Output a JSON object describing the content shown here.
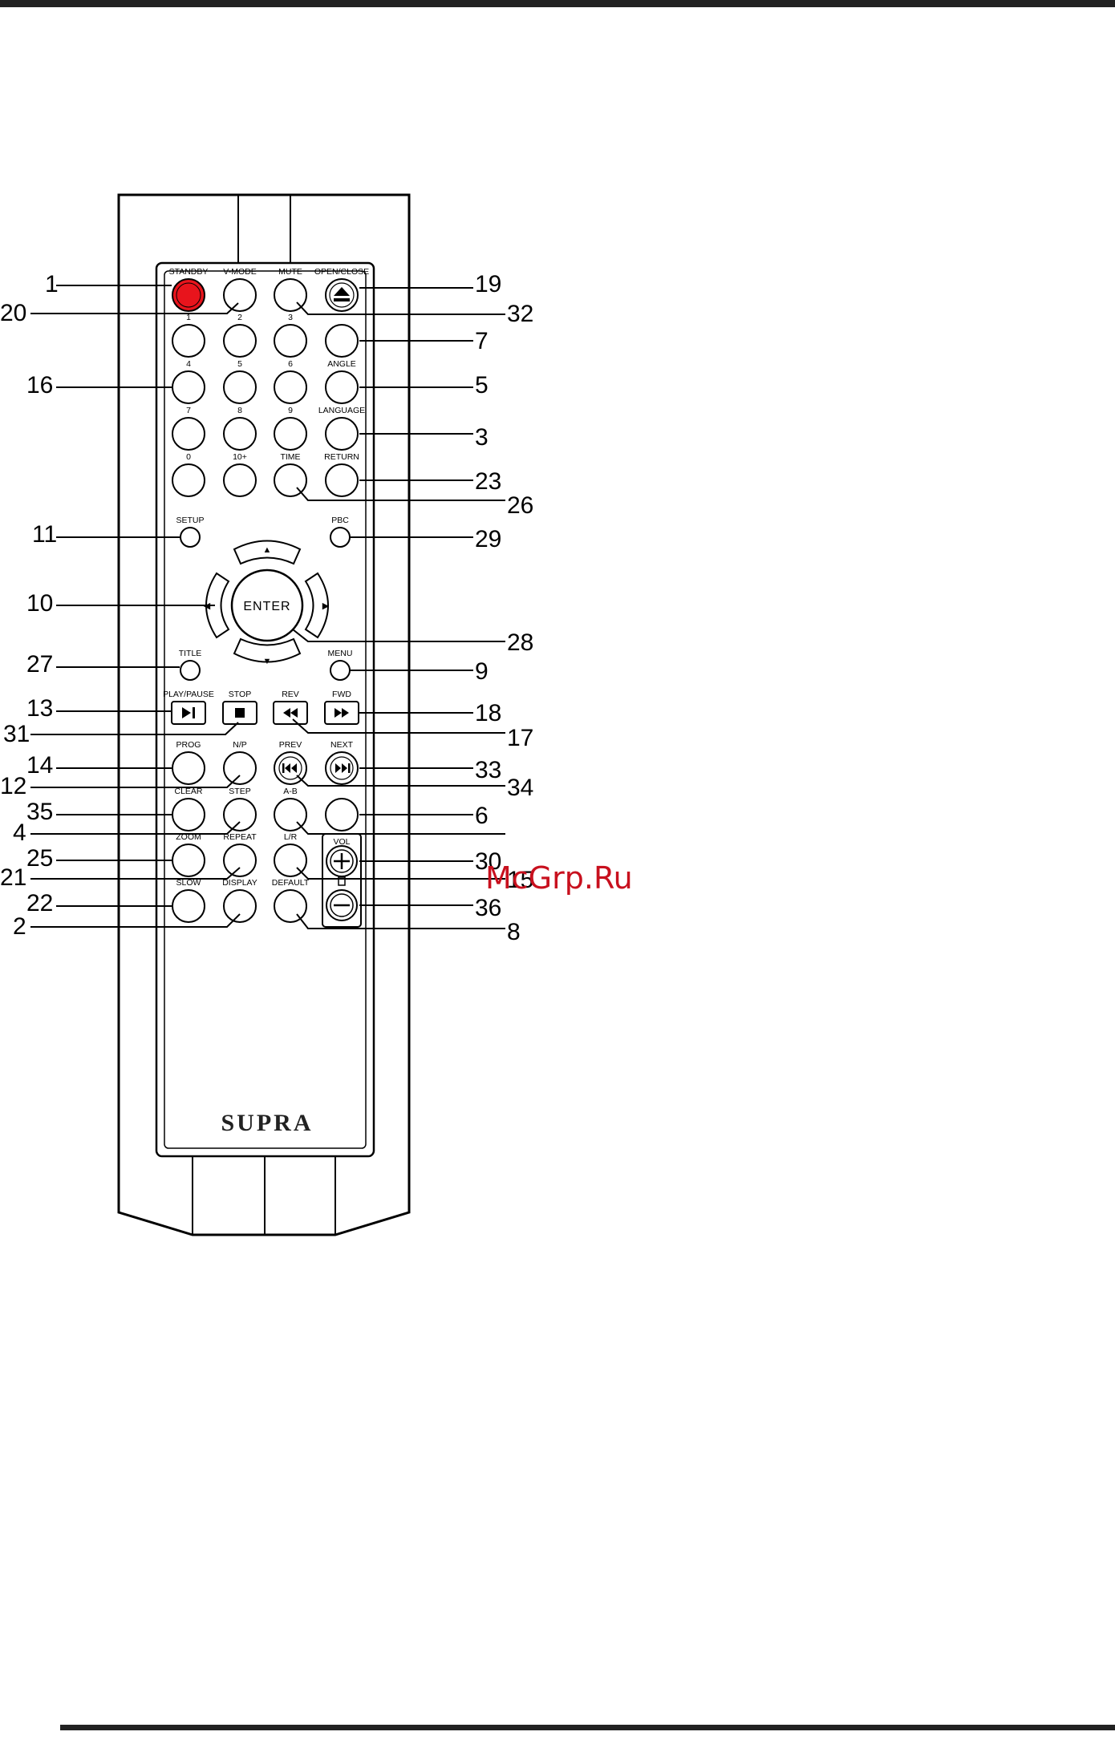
{
  "brand": "SUPRA",
  "watermark": "McGrp.Ru",
  "nav": {
    "enter": "ENTER",
    "up": "▲",
    "down": "▼",
    "left": "◀",
    "right": "▶"
  },
  "vol_label": "VOL",
  "buttons": [
    {
      "id": "standby",
      "label": "STANDBY",
      "label_color": "#e8141c",
      "fill": "#e8141c"
    },
    {
      "id": "v-mode",
      "label": "V-MODE"
    },
    {
      "id": "mute",
      "label": "MUTE"
    },
    {
      "id": "open-close",
      "label": "OPEN/CLOSE",
      "icon": "eject-icon"
    },
    {
      "id": "num-1",
      "label": "1"
    },
    {
      "id": "num-2",
      "label": "2"
    },
    {
      "id": "num-3",
      "label": "3"
    },
    {
      "id": "blank-r2",
      "label": ""
    },
    {
      "id": "num-4",
      "label": "4"
    },
    {
      "id": "num-5",
      "label": "5"
    },
    {
      "id": "num-6",
      "label": "6"
    },
    {
      "id": "angle",
      "label": "ANGLE"
    },
    {
      "id": "num-7",
      "label": "7"
    },
    {
      "id": "num-8",
      "label": "8"
    },
    {
      "id": "num-9",
      "label": "9"
    },
    {
      "id": "language",
      "label": "LANGUAGE"
    },
    {
      "id": "num-0",
      "label": "0"
    },
    {
      "id": "num-10plus",
      "label": "10+"
    },
    {
      "id": "time",
      "label": "TIME"
    },
    {
      "id": "return",
      "label": "RETURN"
    },
    {
      "id": "setup",
      "label": "SETUP"
    },
    {
      "id": "pbc",
      "label": "PBC"
    },
    {
      "id": "title",
      "label": "TITLE"
    },
    {
      "id": "menu",
      "label": "MENU"
    },
    {
      "id": "play-pause",
      "label": "PLAY/PAUSE",
      "icon": "play-pause-icon"
    },
    {
      "id": "stop",
      "label": "STOP",
      "icon": "stop-icon"
    },
    {
      "id": "rev",
      "label": "REV",
      "icon": "rewind-icon"
    },
    {
      "id": "fwd",
      "label": "FWD",
      "icon": "fast-forward-icon"
    },
    {
      "id": "prog",
      "label": "PROG"
    },
    {
      "id": "n-p",
      "label": "N/P"
    },
    {
      "id": "prev",
      "label": "PREV",
      "icon": "skip-previous-icon"
    },
    {
      "id": "next",
      "label": "NEXT",
      "icon": "skip-next-icon"
    },
    {
      "id": "clear",
      "label": "CLEAR"
    },
    {
      "id": "step",
      "label": "STEP"
    },
    {
      "id": "a-b",
      "label": "A-B"
    },
    {
      "id": "blank-r10",
      "label": ""
    },
    {
      "id": "zoom",
      "label": "ZOOM"
    },
    {
      "id": "repeat",
      "label": "REPEAT"
    },
    {
      "id": "l-r",
      "label": "L/R"
    },
    {
      "id": "slow",
      "label": "SLOW"
    },
    {
      "id": "display",
      "label": "DISPLAY"
    },
    {
      "id": "default",
      "label": "DEFAULT"
    }
  ],
  "callouts": [
    {
      "text": "1",
      "side": "left"
    },
    {
      "text": "20",
      "side": "left"
    },
    {
      "text": "16",
      "side": "left"
    },
    {
      "text": "11",
      "side": "left"
    },
    {
      "text": "10",
      "side": "left"
    },
    {
      "text": "27",
      "side": "left"
    },
    {
      "text": "13",
      "side": "left"
    },
    {
      "text": "31",
      "side": "left"
    },
    {
      "text": "14",
      "side": "left"
    },
    {
      "text": "12",
      "side": "left"
    },
    {
      "text": "35",
      "side": "left"
    },
    {
      "text": "4",
      "side": "left"
    },
    {
      "text": "25",
      "side": "left"
    },
    {
      "text": "21",
      "side": "left"
    },
    {
      "text": "22",
      "side": "left"
    },
    {
      "text": "2",
      "side": "left"
    },
    {
      "text": "19",
      "side": "right"
    },
    {
      "text": "32",
      "side": "right"
    },
    {
      "text": "7",
      "side": "right"
    },
    {
      "text": "5",
      "side": "right"
    },
    {
      "text": "3",
      "side": "right"
    },
    {
      "text": "23",
      "side": "right"
    },
    {
      "text": "26",
      "side": "right"
    },
    {
      "text": "29",
      "side": "right"
    },
    {
      "text": "28",
      "side": "right"
    },
    {
      "text": "9",
      "side": "right"
    },
    {
      "text": "18",
      "side": "right"
    },
    {
      "text": "17",
      "side": "right"
    },
    {
      "text": "33",
      "side": "right"
    },
    {
      "text": "34",
      "side": "right"
    },
    {
      "text": "6",
      "side": "right"
    },
    {
      "text": "30",
      "side": "right"
    },
    {
      "text": "15",
      "side": "right"
    },
    {
      "text": "36",
      "side": "right"
    },
    {
      "text": "8",
      "side": "right"
    }
  ]
}
